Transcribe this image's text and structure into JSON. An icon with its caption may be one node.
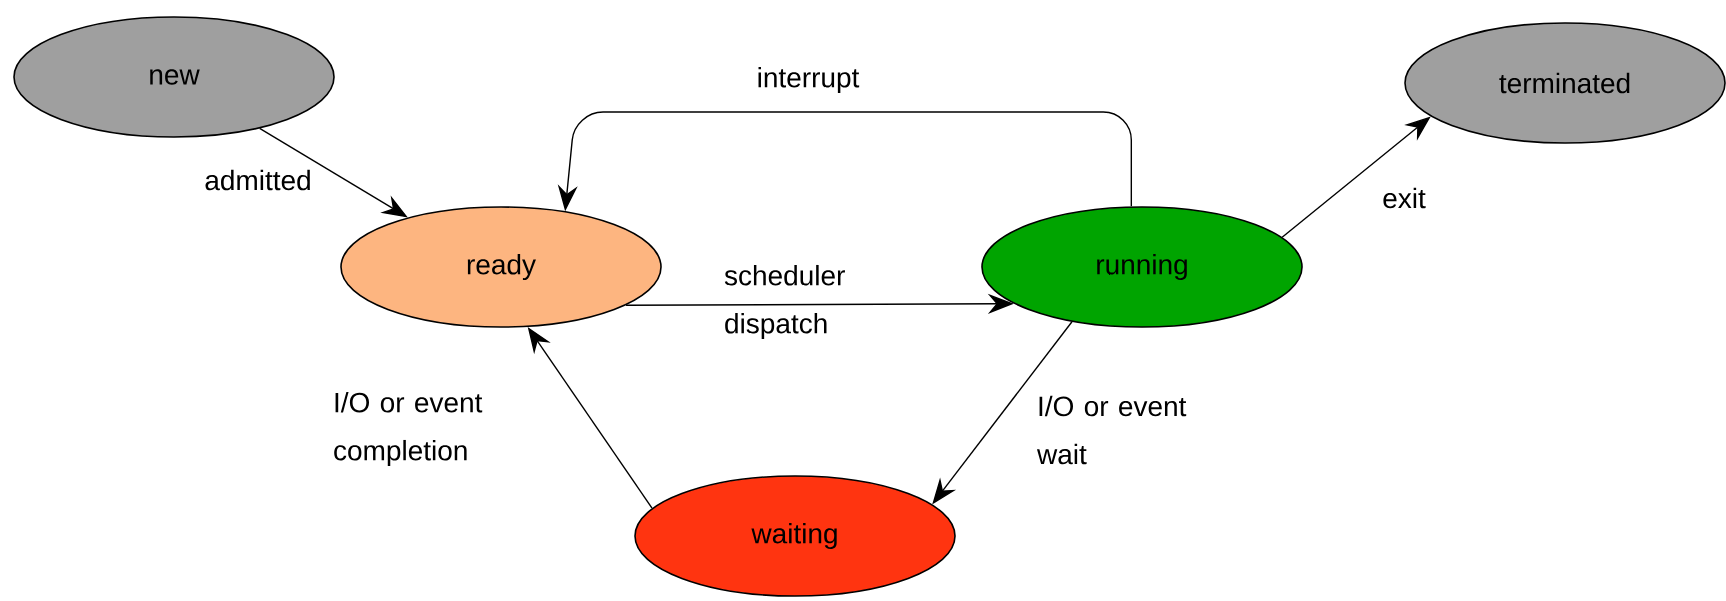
{
  "diagram": {
    "nodes": [
      {
        "text": [
          "new"
        ]
      },
      {
        "text": [
          "ready"
        ]
      },
      {
        "text": [
          "terminated"
        ]
      },
      {
        "text": [
          "running"
        ]
      },
      {
        "text": [
          "waiting"
        ]
      }
    ],
    "edges": [
      {
        "from": 0,
        "to": 1,
        "arrow": "to",
        "label": "admitted"
      },
      {
        "from": 3,
        "to": 1,
        "arrow": "to",
        "label": "interrupt"
      },
      {
        "from": 1,
        "to": 3,
        "arrow": "to",
        "label": "scheduler dispatch"
      },
      {
        "from": 3,
        "to": 2,
        "arrow": "to",
        "label": "exit"
      },
      {
        "from": 3,
        "to": 4,
        "arrow": "to",
        "label": "I/O or event wait"
      },
      {
        "from": 4,
        "to": 1,
        "arrow": "to",
        "label": "I/O or event completion"
      }
    ]
  }
}
